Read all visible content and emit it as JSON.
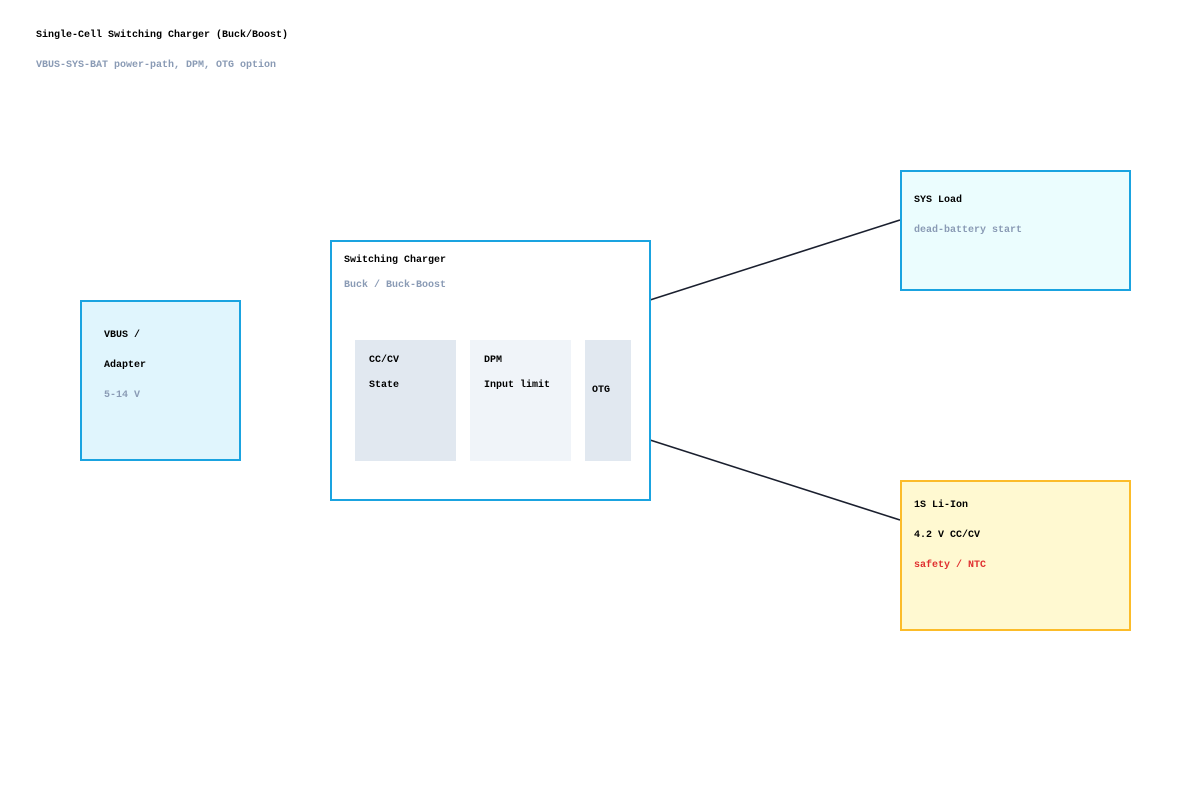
{
  "header": {
    "title": "Single-Cell Switching Charger (Buck/Boost)",
    "subtitle": "VBUS-SYS-BAT power-path, DPM, OTG option"
  },
  "adapter": {
    "line1": "VBUS /",
    "line2": "Adapter",
    "voltage": "5-14 V"
  },
  "charger": {
    "title": "Switching Charger",
    "subtitle": "Buck / Buck-Boost",
    "blocks": {
      "cccv": {
        "line1": "CC/CV",
        "line2": "State"
      },
      "dpm": {
        "line1": "DPM",
        "line2": "Input limit"
      },
      "otg": {
        "line1": "OTG"
      }
    }
  },
  "sys_load": {
    "title": "SYS Load",
    "note": "dead-battery start"
  },
  "battery": {
    "title": "1S Li-Ion",
    "spec": "4.2 V CC/CV",
    "note": "safety / NTC"
  },
  "colors": {
    "box_border": "#1aa3e0",
    "battery_border": "#fcbc29",
    "wire": "#1a1f2e",
    "warning_text": "#e03030",
    "muted_text": "#8a9bb5"
  }
}
